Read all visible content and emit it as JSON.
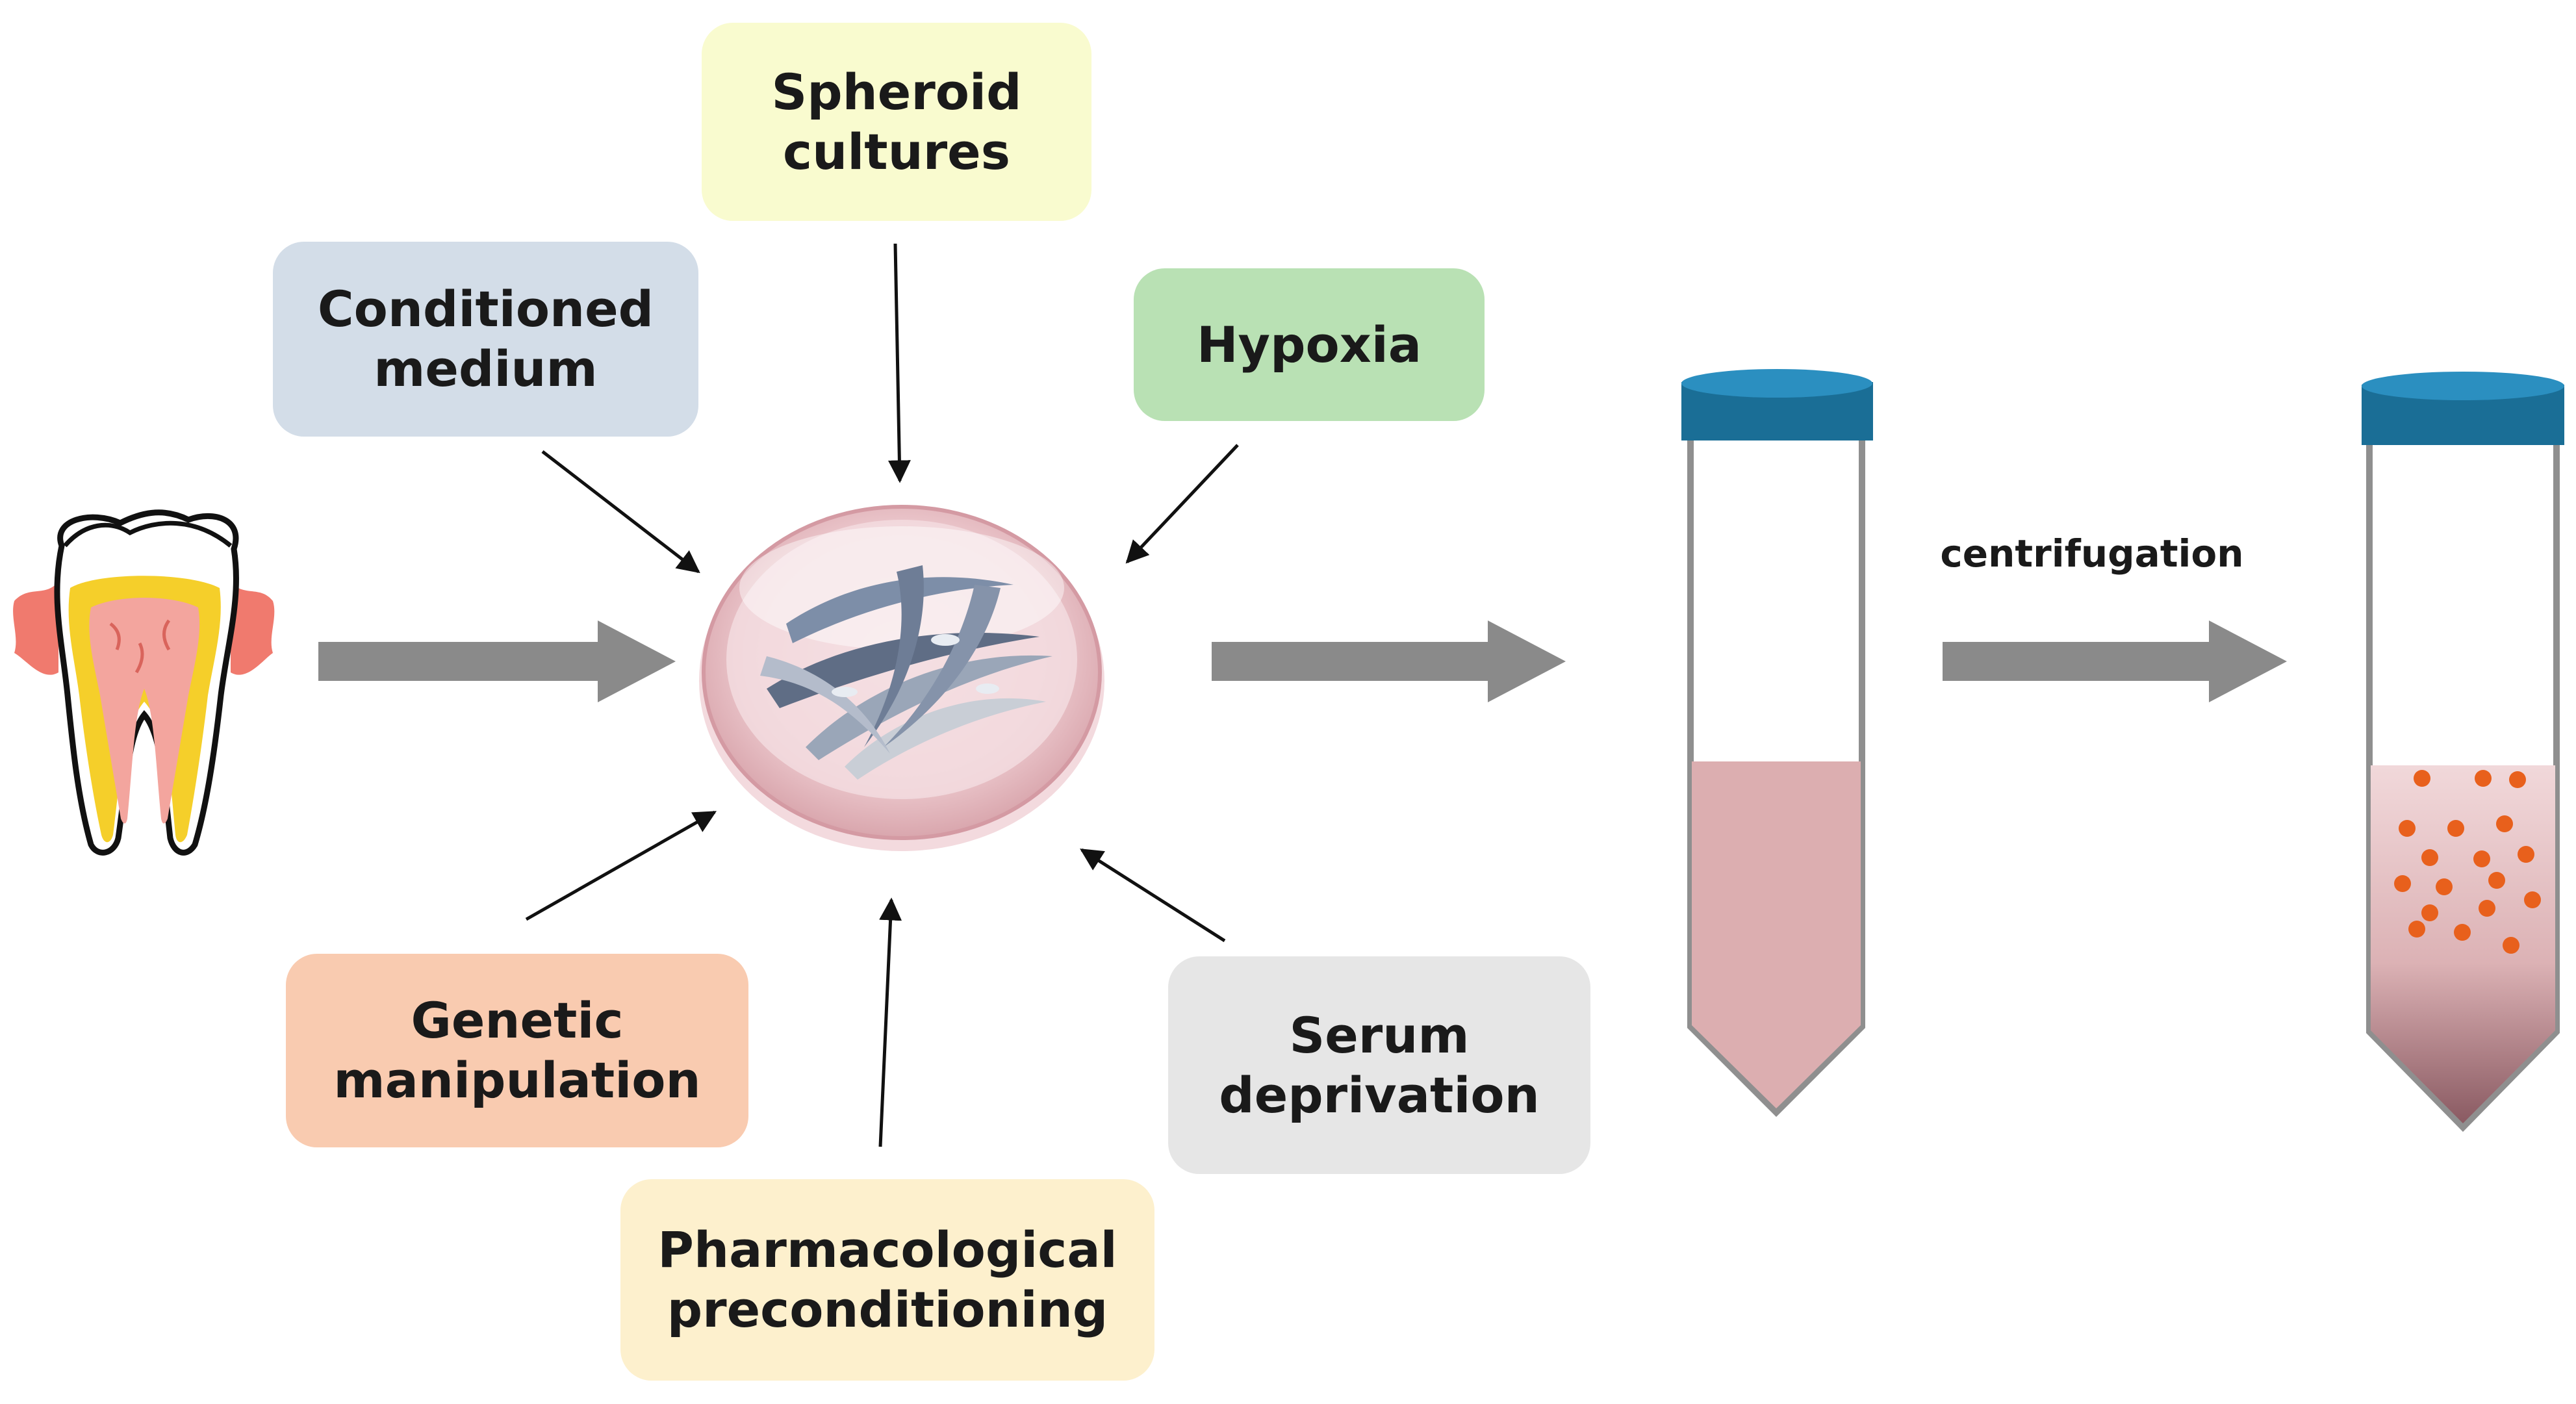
{
  "boxes": {
    "spheroid": "Spheroid\ncultures",
    "conditioned": "Conditioned\nmedium",
    "hypoxia": "Hypoxia",
    "genetic": "Genetic\nmanipulation",
    "serum": "Serum\ndeprivation",
    "pharma": "Pharmacological\npreconditioning"
  },
  "process_label": "centrifugation",
  "icons": {
    "source": "tooth-icon",
    "culture": "petri-dish-cells-icon",
    "tube_before": "conical-tube-icon",
    "tube_after": "conical-tube-pellet-icon"
  },
  "colors": {
    "tube_cap": "#1a6e96",
    "medium": "#dcaeb0",
    "particles": "#e8601c",
    "flow_arrow": "#8a8a8a"
  }
}
